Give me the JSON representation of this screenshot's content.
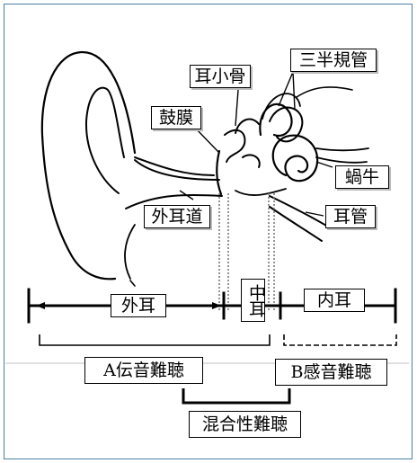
{
  "labels": {
    "semicircular_canals": "三半規管",
    "ossicles": "耳小骨",
    "eardrum": "鼓膜",
    "cochlea": "蝸牛",
    "external_canal": "外耳道",
    "eustachian_tube": "耳管"
  },
  "sections": {
    "outer_ear": "外耳",
    "middle_ear": "中耳",
    "inner_ear": "内耳"
  },
  "hearing_loss": {
    "conductive": "A伝音難聴",
    "sensorineural": "B感音難聴",
    "mixed": "混合性難聴"
  },
  "colors": {
    "border": "#4a7fa6",
    "ink": "#000000",
    "dotted": "#7a7a7a"
  }
}
